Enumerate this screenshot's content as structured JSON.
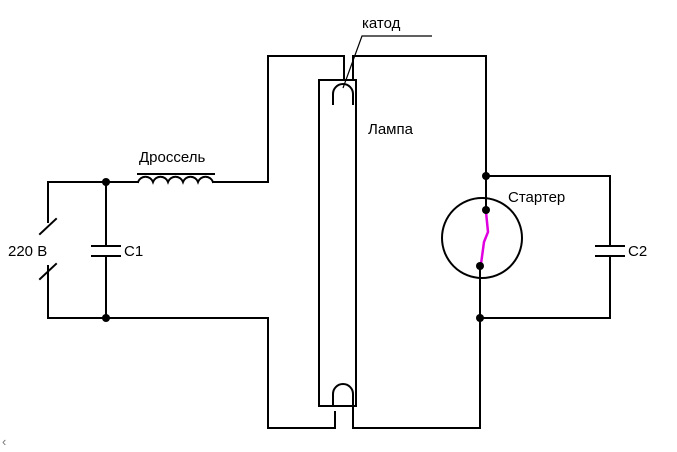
{
  "labels": {
    "cathode": "катод",
    "lamp": "Лампа",
    "choke": "Дроссель",
    "starter": "Стартер",
    "voltage": "220 В",
    "c1": "С1",
    "c2": "С2",
    "corner_mark": "‹"
  },
  "colors": {
    "wire": "#000000",
    "starter_contact": "#e000e0",
    "background": "#ffffff"
  }
}
